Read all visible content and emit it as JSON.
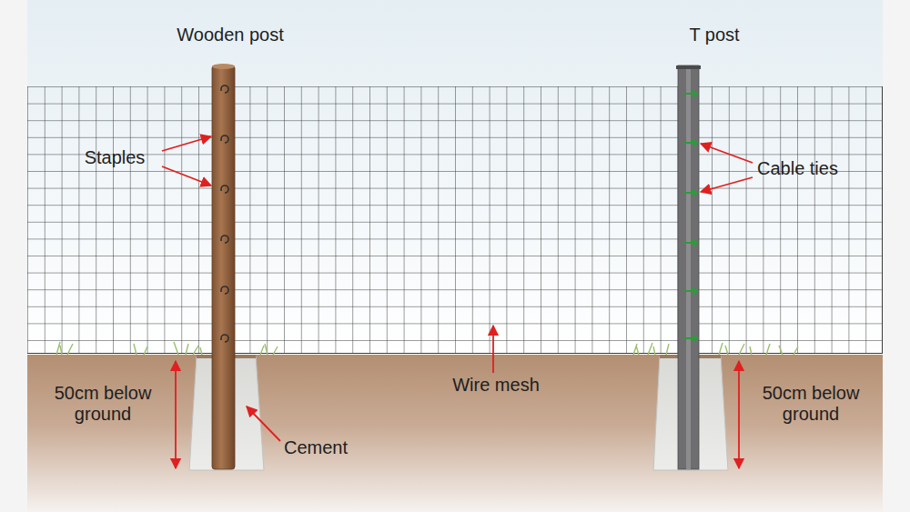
{
  "diagram": {
    "labels": [
      "Wooden post",
      "T post",
      "Staples",
      "Cable ties",
      "50cm below ground",
      "Wire mesh",
      "Cement",
      "50cm below ground"
    ]
  }
}
